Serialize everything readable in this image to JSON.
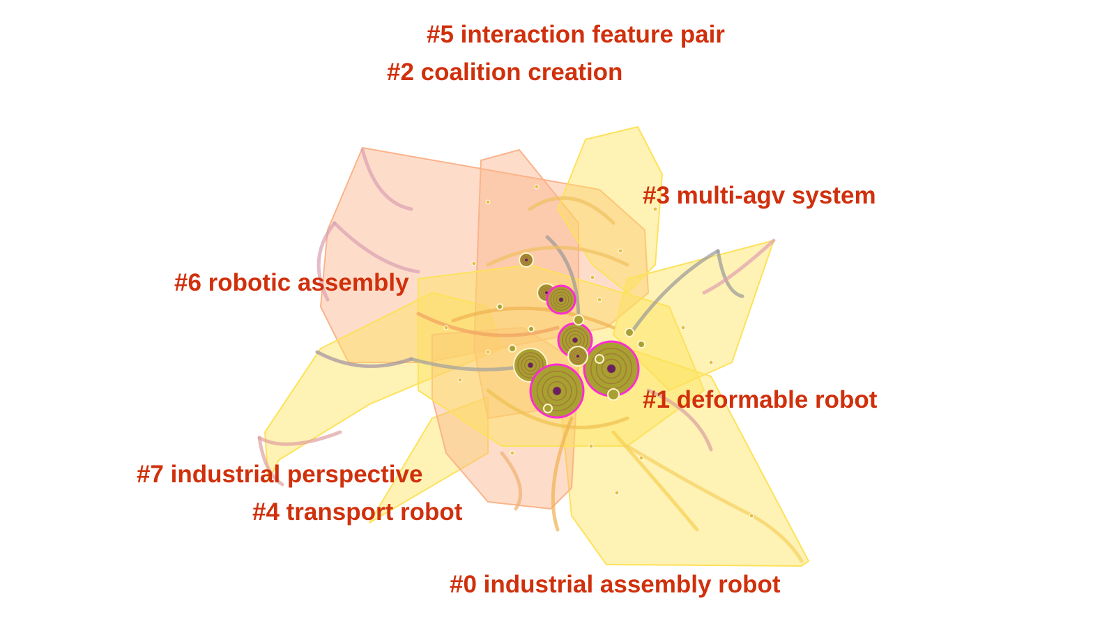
{
  "colors": {
    "label": "#d0300c",
    "hull_orange": "#fbb38a",
    "hull_yellow": "#fde25a",
    "node_ring": "#ff2ad4"
  },
  "clusters": [
    {
      "id": "5",
      "label": "#5 interaction feature pair"
    },
    {
      "id": "2",
      "label": "#2 coalition creation"
    },
    {
      "id": "3",
      "label": "#3 multi-agv system"
    },
    {
      "id": "6",
      "label": "#6 robotic assembly"
    },
    {
      "id": "1",
      "label": "#1 deformable robot"
    },
    {
      "id": "7",
      "label": "#7 industrial perspective"
    },
    {
      "id": "4",
      "label": "#4 transport robot"
    },
    {
      "id": "0",
      "label": "#0 industrial assembly robot"
    }
  ]
}
